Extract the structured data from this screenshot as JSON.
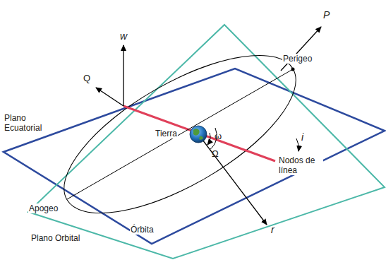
{
  "diagram": {
    "labels": [
      "P",
      "w",
      "Q",
      "Plano Ecuatorial",
      "Perigeo",
      "Tierra",
      "ω",
      "Ω",
      "i",
      "Nodos de línea",
      "Apogeo",
      "Órbita",
      "Plano Orbital",
      "r"
    ]
  }
}
